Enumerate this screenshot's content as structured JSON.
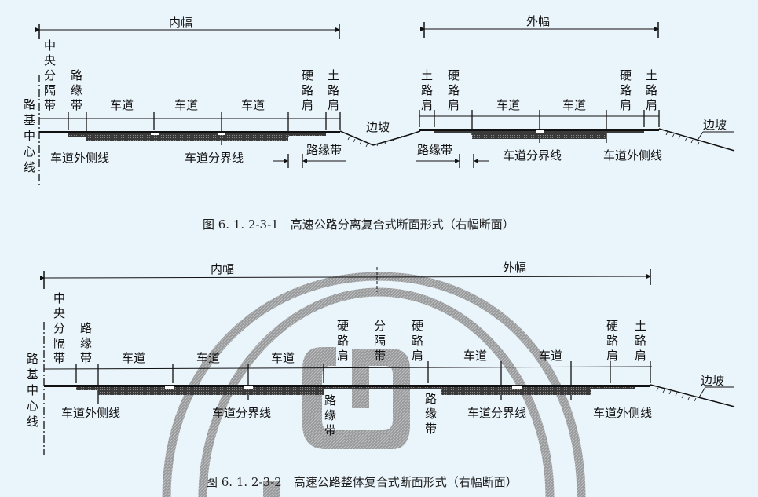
{
  "colors": {
    "background": "#eaf4fb",
    "ink": "#111111",
    "pavement": "#4a4a4a",
    "watermark": "#9a9a9a"
  },
  "figure1": {
    "caption": "图 6. 1. 2-3-1　高速公路分离复合式断面形式（右幅断面）",
    "inner_width_label": "内幅",
    "outer_width_label": "外幅",
    "centerline_label": [
      "路",
      "基",
      "中",
      "心",
      "线"
    ],
    "inner": {
      "median": [
        "中",
        "央",
        "分",
        "隔",
        "带"
      ],
      "edge_strip": [
        "路",
        "缘",
        "带"
      ],
      "lanes": [
        "车道",
        "车道",
        "车道"
      ],
      "hard_shoulder": [
        "硬",
        "路",
        "肩"
      ],
      "soil_shoulder": [
        "土",
        "路",
        "肩"
      ],
      "outer_lane_line": "车道外侧线",
      "lane_divider": "车道分界线",
      "edge_strip_bottom": "路缘带"
    },
    "slope_middle": "边坡",
    "outer": {
      "soil_shoulder_left": [
        "土",
        "路",
        "肩"
      ],
      "hard_shoulder_left": [
        "硬",
        "路",
        "肩"
      ],
      "lanes": [
        "车道",
        "车道"
      ],
      "hard_shoulder_right": [
        "硬",
        "路",
        "肩"
      ],
      "soil_shoulder_right": [
        "土",
        "路",
        "肩"
      ],
      "edge_strip_bottom": "路缘带",
      "lane_divider": "车道分界线",
      "outer_lane_line": "车道外侧线"
    },
    "slope_right": "边坡"
  },
  "figure2": {
    "caption": "图 6. 1. 2-3-2　高速公路整体复合式断面形式（右幅断面）",
    "inner_width_label": "内幅",
    "outer_width_label": "外幅",
    "centerline_label": [
      "路",
      "基",
      "中",
      "心",
      "线"
    ],
    "median": [
      "中",
      "央",
      "分",
      "隔",
      "带"
    ],
    "edge_strip": [
      "路",
      "缘",
      "带"
    ],
    "lanes_inner": [
      "车道",
      "车道",
      "车道"
    ],
    "hard_shoulder_inner": [
      "硬",
      "路",
      "肩"
    ],
    "separator": [
      "分",
      "隔",
      "带"
    ],
    "hard_shoulder_outer_left": [
      "硬",
      "路",
      "肩"
    ],
    "lanes_outer": [
      "车道",
      "车道"
    ],
    "hard_shoulder_right": [
      "硬",
      "路",
      "肩"
    ],
    "soil_shoulder_right": [
      "土",
      "路",
      "肩"
    ],
    "edge_strip_bottom_1": [
      "路",
      "缘",
      "带"
    ],
    "edge_strip_bottom_2": [
      "路",
      "缘",
      "带"
    ],
    "outer_lane_line_left": "车道外侧线",
    "lane_divider_left": "车道分界线",
    "lane_divider_right": "车道分界线",
    "outer_lane_line_right": "车道外侧线",
    "slope": "边坡"
  }
}
